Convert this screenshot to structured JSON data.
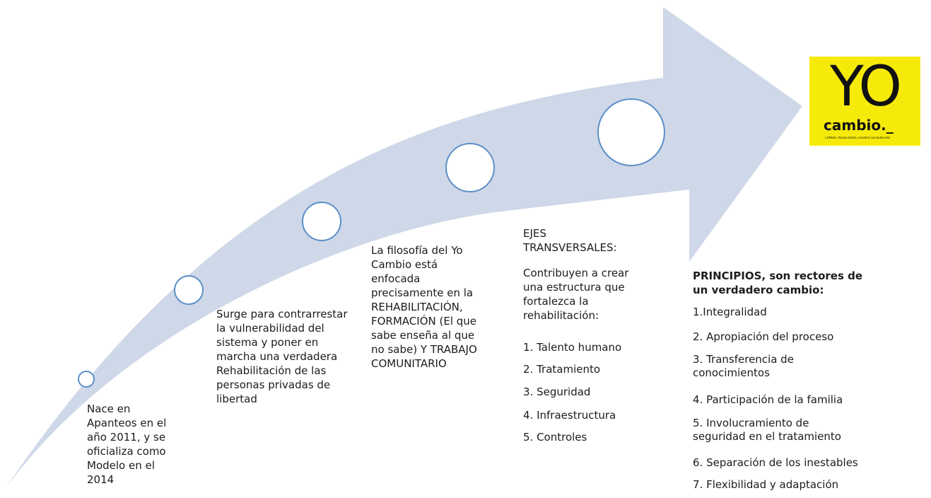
{
  "colors": {
    "arrow_fill": "#cfd8e8",
    "circle_stroke": "#5b8fc7",
    "circle_fill": "#ffffff",
    "logo_background": "#f6ea0a"
  },
  "logo": {
    "yo": "YO",
    "cambio": "cambio._",
    "tagline": "CAMBIO, RESULTADOS, LOGROS SU DERECHO"
  },
  "milestones": [
    {
      "text": "Nace en\nApanteos en el\naño 2011, y se\noficializa como\nModelo en el\n2014"
    },
    {
      "text": "Surge para contrarrestar\nla vulnerabilidad del\nsistema y poner en\nmarcha una verdadera\nRehabilitación de las\npersonas privadas de\nlibertad"
    },
    {
      "text": "La filosofía del Yo\nCambio está\nenfocada\nprecisamente en la\nREHABILITACIÓN,\nFORMACIÓN (El que\nsabe enseña al que\nno sabe) Y TRABAJO\nCOMUNITARIO"
    }
  ],
  "ejes": {
    "title": "EJES\nTRANSVERSALES:",
    "intro": "Contribuyen a crear\nuna estructura que\nfortalezca la\nrehabilitación:",
    "items": [
      "1. Talento humano",
      "2. Tratamiento",
      "3. Seguridad",
      "4. Infraestructura",
      "5. Controles"
    ]
  },
  "principios": {
    "title": "PRINCIPIOS, son rectores de\nun verdadero cambio:",
    "items": [
      "1.Integralidad",
      "2. Apropiación del proceso",
      "3. Transferencia de\nconocimientos",
      "4. Participación de la familia",
      "5. Involucramiento de\nseguridad en el tratamiento",
      "6. Separación de los inestables",
      "7. Flexibilidad y adaptación"
    ]
  }
}
